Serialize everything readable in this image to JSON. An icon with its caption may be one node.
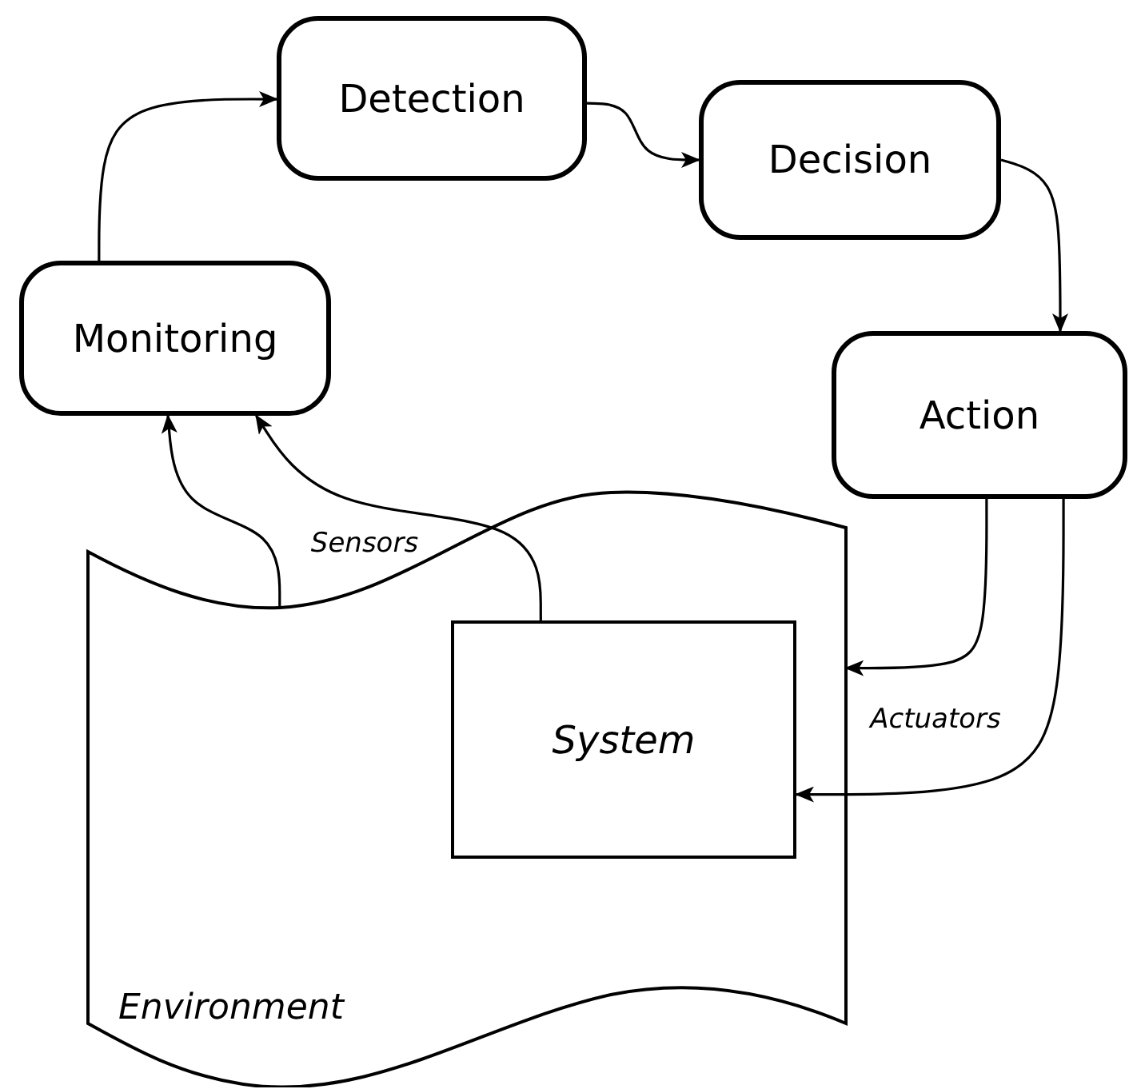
{
  "diagram": {
    "nodes": [
      {
        "text": [
          "Monitoring"
        ]
      },
      {
        "text": [
          "Detection"
        ]
      },
      {
        "text": [
          "Decision"
        ]
      },
      {
        "text": [
          "Action"
        ]
      },
      {
        "text": [
          "Environment"
        ]
      },
      {
        "text": [
          "System"
        ],
        "in": 4
      }
    ],
    "edges": [
      {
        "from": 0,
        "to": 1,
        "arrow": "to"
      },
      {
        "from": 1,
        "to": 2,
        "arrow": "to"
      },
      {
        "from": 2,
        "to": 3,
        "arrow": "to"
      },
      {
        "from": 3,
        "to": 4,
        "arrow": "to"
      },
      {
        "from": 3,
        "to": 5,
        "arrow": "to",
        "label": "Actuators"
      },
      {
        "from": 4,
        "to": 0,
        "arrow": "to"
      },
      {
        "from": 5,
        "to": 0,
        "arrow": "to",
        "label": "Sensors"
      }
    ]
  }
}
